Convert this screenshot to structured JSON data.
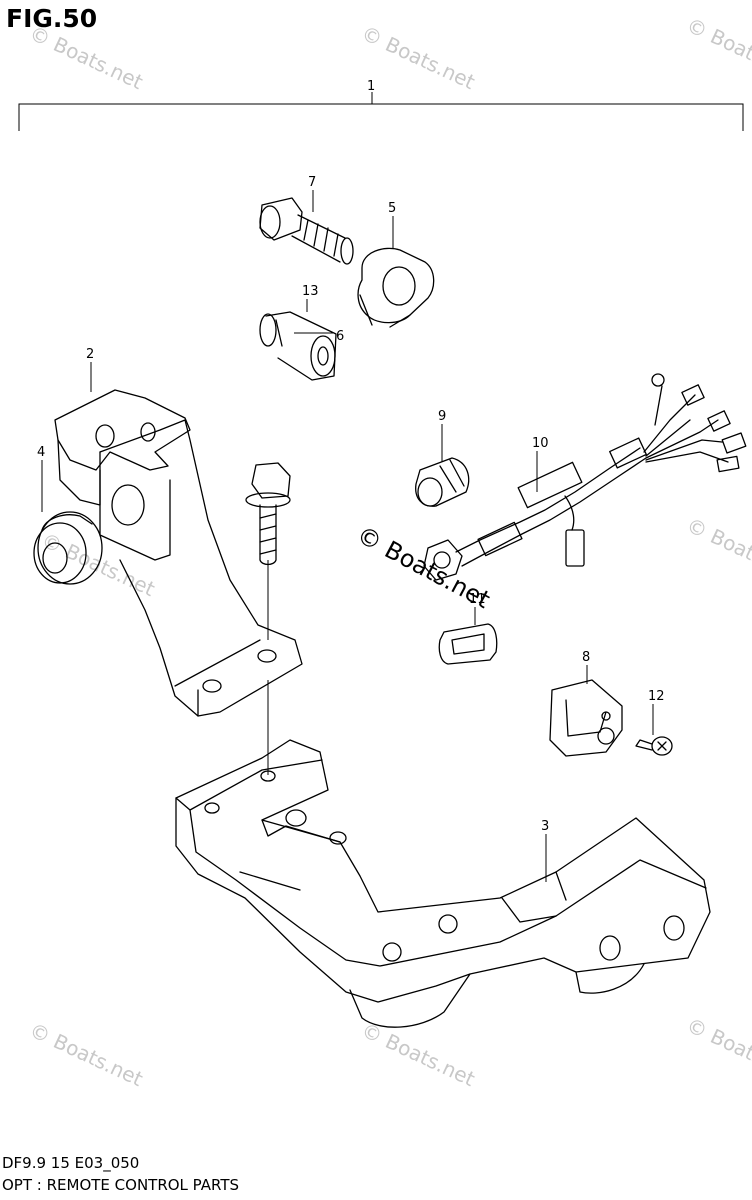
{
  "figure": {
    "title": "FIG.50",
    "code": "DF9.9 15 E03_050",
    "caption": "OPT : REMOTE CONTROL PARTS"
  },
  "watermark": {
    "text": "© Boats.net"
  },
  "callouts": [
    "1",
    "2",
    "3",
    "4",
    "5",
    "6",
    "7",
    "8",
    "9",
    "10",
    "11",
    "12",
    "13"
  ]
}
